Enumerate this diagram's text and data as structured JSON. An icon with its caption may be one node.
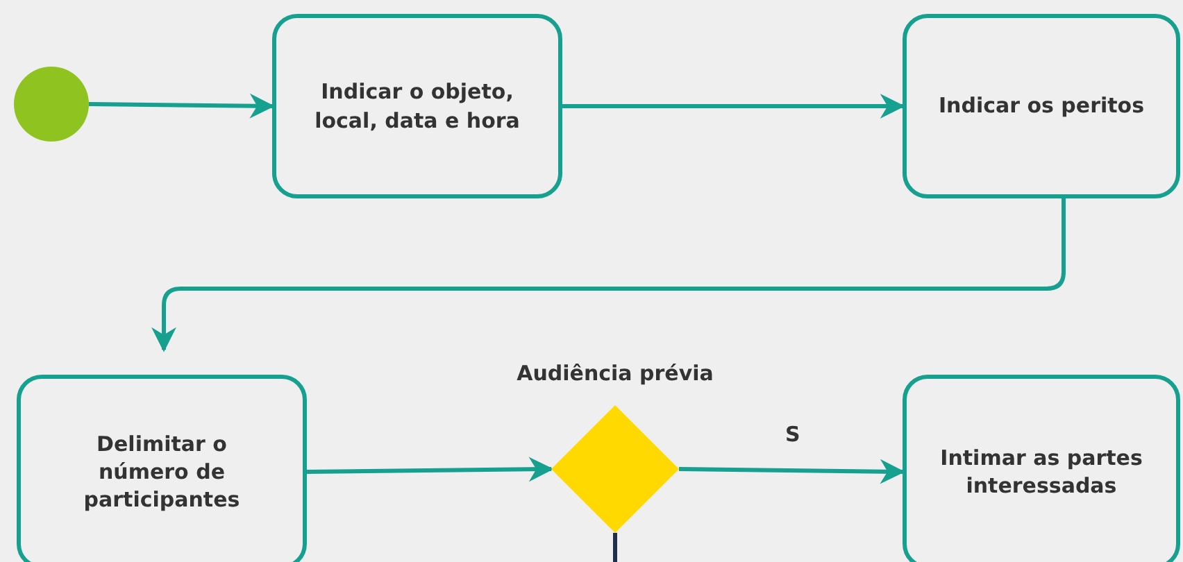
{
  "diagram": {
    "nodes": [
      {
        "text": [],
        "shape": "circle"
      },
      {
        "text": [
          "Indicar o objeto, local, data e hora"
        ]
      },
      {
        "text": [
          "Indicar os peritos"
        ]
      },
      {
        "text": [
          "Delimitar o número de participantes"
        ]
      },
      {
        "text": [],
        "shape": "diamond",
        "beside": [
          "Audiência prévia"
        ]
      },
      {
        "text": [
          "Intimar as partes interessadas"
        ]
      }
    ],
    "edges": [
      {
        "from": 0,
        "to": 1,
        "arrow": "to"
      },
      {
        "from": 1,
        "to": 2,
        "arrow": "to"
      },
      {
        "from": 2,
        "to": 3,
        "arrow": "to"
      },
      {
        "from": 3,
        "to": 4,
        "arrow": "to"
      },
      {
        "from": 4,
        "to": 5,
        "arrow": "to",
        "label": "S"
      },
      {
        "from": 4,
        "to": null,
        "arrow": "none",
        "color": "#1f2e4a"
      }
    ]
  }
}
